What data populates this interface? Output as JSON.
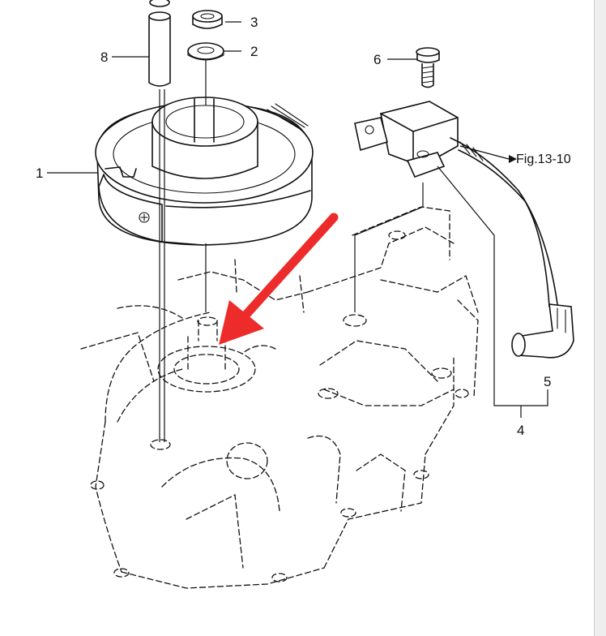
{
  "callouts": [
    {
      "id": "c1",
      "label": "1"
    },
    {
      "id": "c2",
      "label": "2"
    },
    {
      "id": "c3",
      "label": "3"
    },
    {
      "id": "c4",
      "label": "4"
    },
    {
      "id": "c5",
      "label": "5"
    },
    {
      "id": "c6",
      "label": "6"
    },
    {
      "id": "c8",
      "label": "8"
    }
  ],
  "reference": {
    "label": "Fig.13-10"
  },
  "colors": {
    "ink": "#111111",
    "arrow": "#ee2b2b",
    "background": "#ffffff"
  }
}
